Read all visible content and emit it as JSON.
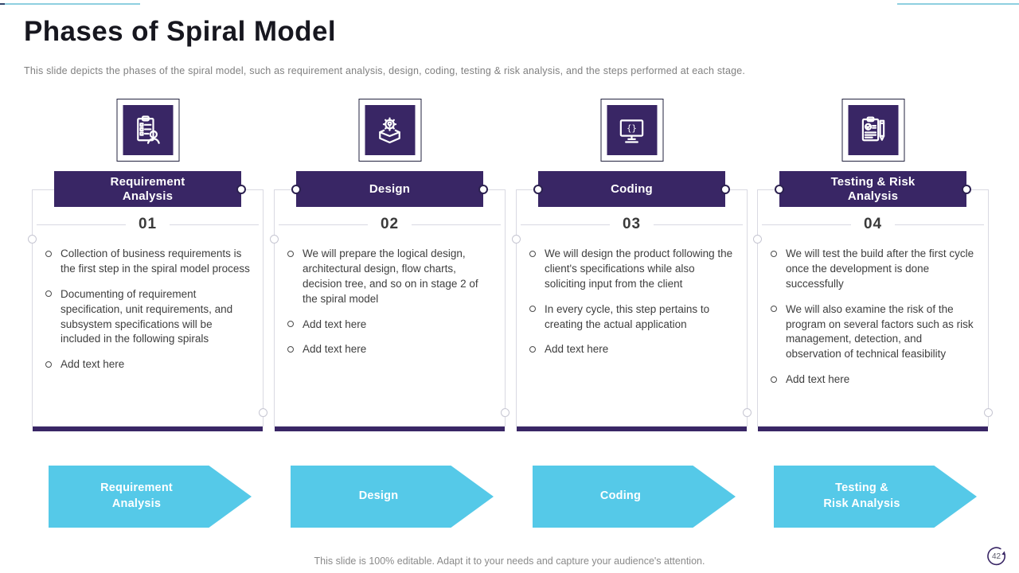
{
  "slide": {
    "title": "Phases of Spiral Model",
    "subtitle": "This slide depicts the phases of the spiral model, such as requirement analysis, design, coding, testing & risk analysis, and the steps performed at each stage.",
    "footer": "This slide is 100% editable. Adapt it to your needs and capture your audience's attention.",
    "page_number": "42"
  },
  "colors": {
    "accent_purple": "#392665",
    "accent_cyan": "#55c9e8",
    "line_gray": "#d9d9e2",
    "body_text": "#3e3e3e"
  },
  "phases": [
    {
      "icon": "clipboard-user-icon",
      "title": "Requirement\nAnalysis",
      "number": "01",
      "bullets": [
        "Collection of business requirements is the first step in the spiral model process",
        "Documenting of requirement specification, unit requirements, and subsystem specifications will be included in the following spirals",
        "Add text here"
      ],
      "arrow_label": "Requirement\nAnalysis"
    },
    {
      "icon": "gear-box-icon",
      "title": "Design",
      "number": "02",
      "bullets": [
        "We will prepare the logical design, architectural design, flow charts, decision tree, and so on in stage 2 of the spiral model",
        "Add text here",
        "Add text here"
      ],
      "arrow_label": "Design"
    },
    {
      "icon": "monitor-code-icon",
      "title": "Coding",
      "number": "03",
      "bullets": [
        "We will design the product following the client's specifications while also soliciting input from the client",
        "In every cycle, this step pertains to creating the actual application",
        "Add text here"
      ],
      "arrow_label": "Coding"
    },
    {
      "icon": "clipboard-pencil-icon",
      "title": "Testing & Risk\nAnalysis",
      "number": "04",
      "bullets": [
        "We will test the build after the first cycle once the development is done successfully",
        "We will also examine the risk of the program on several factors such as risk management, detection, and observation of technical feasibility",
        "Add text here"
      ],
      "arrow_label": "Testing &\nRisk Analysis"
    }
  ]
}
